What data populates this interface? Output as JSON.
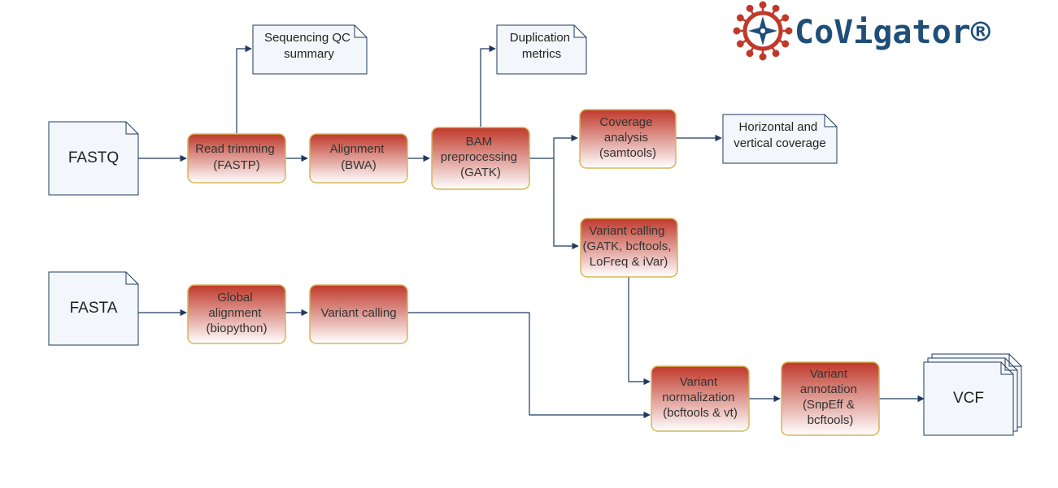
{
  "logo": {
    "text": "CoVigator®",
    "text_color": "#1f4e79",
    "icon": "virus-compass-icon",
    "icon_color": "#c0392b"
  },
  "colors": {
    "process_top": "#c0392b",
    "process_bottom": "#ffffff",
    "process_border": "#d6b656",
    "document_fill": "#f3f6fa",
    "document_border": "#1f3a5f",
    "arrow": "#1f3a5f"
  },
  "inputs": {
    "fastq": "FASTQ",
    "fasta": "FASTA"
  },
  "processes": {
    "read_trimming": [
      "Read trimming",
      "(FASTP)"
    ],
    "alignment": [
      "Alignment",
      "(BWA)"
    ],
    "bam_preprocessing": [
      "BAM",
      "preprocessing",
      "(GATK)"
    ],
    "coverage_analysis": [
      "Coverage",
      "analysis",
      "(samtools)"
    ],
    "variant_calling_reads": [
      "Variant calling",
      "(GATK, bcftools,",
      "LoFreq & iVar)"
    ],
    "global_alignment": [
      "Global",
      "alignment",
      "(biopython)"
    ],
    "variant_calling_fasta": [
      "Variant calling"
    ],
    "variant_normalization": [
      "Variant",
      "normalization",
      "(bcftools & vt)"
    ],
    "variant_annotation": [
      "Variant",
      "annotation",
      "(SnpEff &",
      "bcftools)"
    ]
  },
  "outputs": {
    "sequencing_qc": [
      "Sequencing QC",
      "summary"
    ],
    "duplication_metrics": [
      "Duplication",
      "metrics"
    ],
    "coverage_output": [
      "Horizontal and",
      "vertical coverage"
    ],
    "vcf": "VCF"
  }
}
